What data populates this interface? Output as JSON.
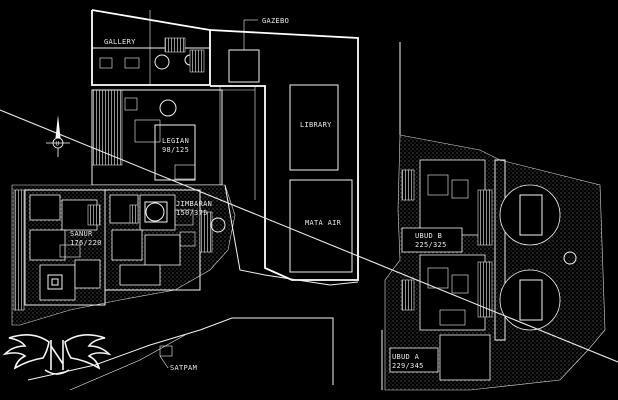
{
  "labels": {
    "gazebo": "GAZEBO",
    "gallery": "GALLERY",
    "library": "LIBRARY",
    "legian_name": "LEGIAN",
    "legian_area": "98/125",
    "jimbaran_name": "JIMBARAN",
    "jimbaran_area": "150/375",
    "sanur_name": "SANUR",
    "sanur_area": "176/220",
    "mata_air": "MATA AIR",
    "ubud_b_name": "UBUD B",
    "ubud_b_area": "225/325",
    "ubud_a_name": "UBUD A",
    "ubud_a_area": "229/345",
    "satpam": "SATPAM"
  },
  "icons": {
    "compass": "north-arrow-icon",
    "logo": "winged-logo-icon"
  },
  "colors": {
    "background": "#000000",
    "linework": "#f2f2f2"
  }
}
